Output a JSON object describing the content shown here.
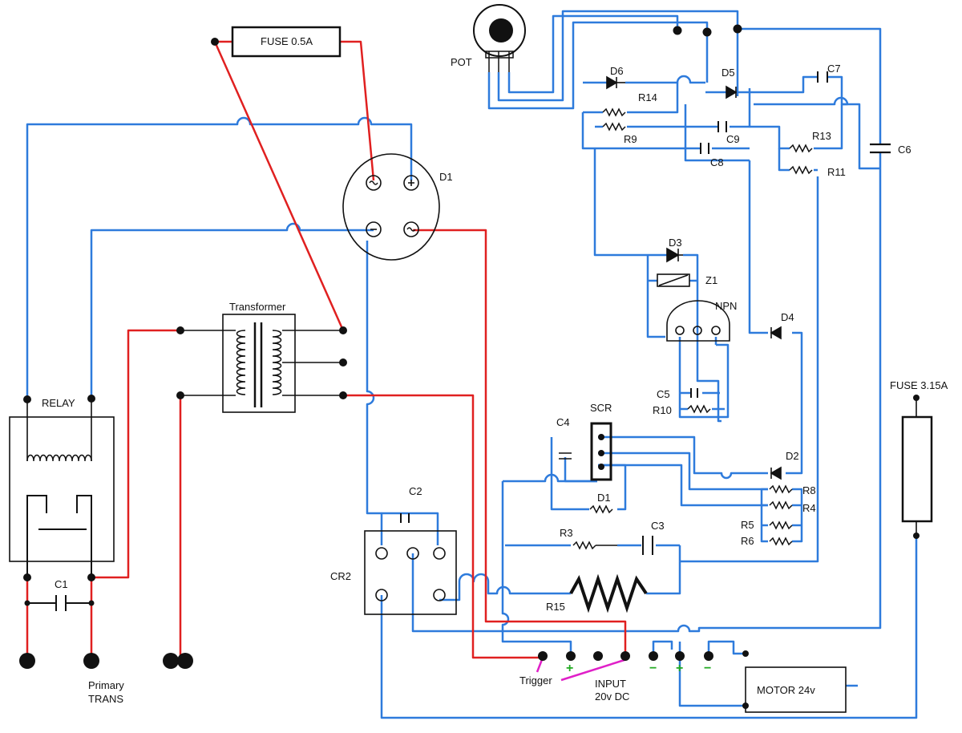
{
  "components": {
    "fuse_small": "FUSE 0.5A",
    "fuse_big": "FUSE 3.15A",
    "pot": "POT",
    "bridge": "D1",
    "transformer": "Transformer",
    "relay": "RELAY",
    "cap_c1": "C1",
    "primary_line1": "Primary",
    "primary_line2": "TRANS",
    "cap_c2": "C2",
    "relay_cr2": "CR2",
    "scr": "SCR",
    "cap_c4": "C4",
    "diode_d1_small": "D1",
    "res_r3": "R3",
    "cap_c3": "C3",
    "res_r15": "R15",
    "trigger": "Trigger",
    "input_line1": "INPUT",
    "input_line2": "20v DC",
    "motor": "MOTOR 24v",
    "diode_d6": "D6",
    "diode_d5": "D5",
    "cap_c7": "C7",
    "res_r14": "R14",
    "res_r9": "R9",
    "cap_c9": "C9",
    "cap_c8": "C8",
    "res_r13": "R13",
    "res_r11": "R11",
    "cap_c6": "C6",
    "diode_d3": "D3",
    "zener_z1": "Z1",
    "transistor": "NPN",
    "diode_d4": "D4",
    "cap_c5": "C5",
    "res_r10": "R10",
    "diode_d2": "D2",
    "res_r8": "R8",
    "res_r4": "R4",
    "res_r5": "R5",
    "res_r6": "R6"
  },
  "terminals": {
    "plus_a": "+",
    "minus_a": "−",
    "plus_b": "+",
    "minus_b": "−"
  },
  "colors": {
    "blue_wire": "#2e7bdc",
    "red_wire": "#e02020",
    "magenta_wire": "#e020c8",
    "ink": "#111111",
    "green_marker": "#22aa22"
  }
}
